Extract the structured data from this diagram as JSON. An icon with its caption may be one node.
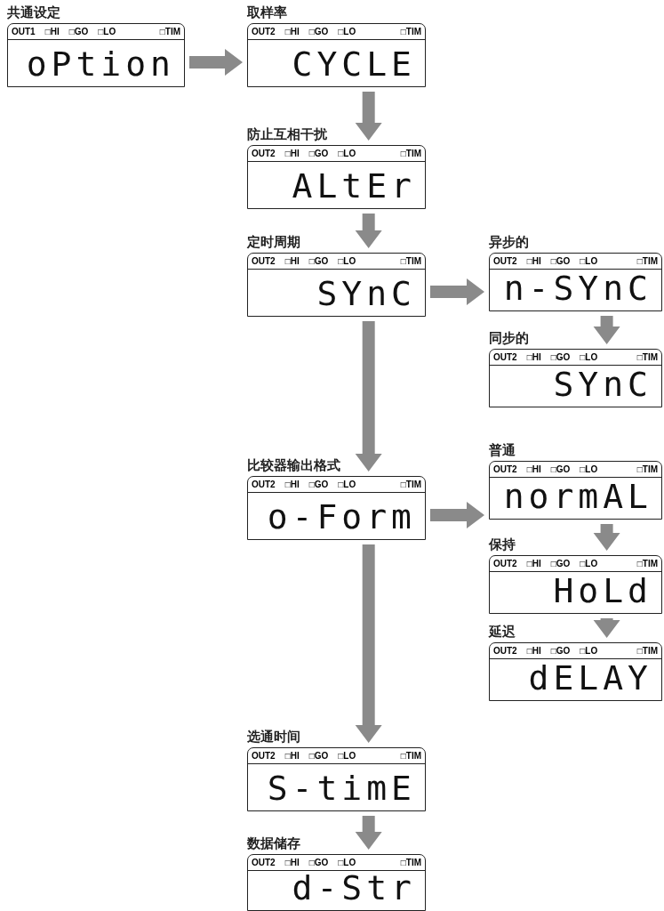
{
  "diagram": {
    "nodes": [
      {
        "text": [
          "共通设定",
          "OUT1",
          "□HI",
          "□GO",
          "□LO",
          "□TIM",
          "oPtion"
        ]
      },
      {
        "text": [
          "取样率",
          "OUT2",
          "□HI",
          "□GO",
          "□LO",
          "□TIM",
          "CYCLE"
        ]
      },
      {
        "text": [
          "防止互相干扰",
          "OUT2",
          "□HI",
          "□GO",
          "□LO",
          "□TIM",
          "ALtEr"
        ]
      },
      {
        "text": [
          "定时周期",
          "OUT2",
          "□HI",
          "□GO",
          "□LO",
          "□TIM",
          "SYnC"
        ]
      },
      {
        "text": [
          "异步的",
          "OUT2",
          "□HI",
          "□GO",
          "□LO",
          "□TIM",
          "n-SYnC"
        ]
      },
      {
        "text": [
          "同步的",
          "OUT2",
          "□HI",
          "□GO",
          "□LO",
          "□TIM",
          "SYnC"
        ]
      },
      {
        "text": [
          "比较器输出格式",
          "OUT2",
          "□HI",
          "□GO",
          "□LO",
          "□TIM",
          "o-Form"
        ]
      },
      {
        "text": [
          "普通",
          "OUT2",
          "□HI",
          "□GO",
          "□LO",
          "□TIM",
          "normAL"
        ]
      },
      {
        "text": [
          "保持",
          "OUT2",
          "□HI",
          "□GO",
          "□LO",
          "□TIM",
          "HoLd"
        ]
      },
      {
        "text": [
          "延迟",
          "OUT2",
          "□HI",
          "□GO",
          "□LO",
          "□TIM",
          "dELAY"
        ]
      },
      {
        "text": [
          "选通时间",
          "OUT2",
          "□HI",
          "□GO",
          "□LO",
          "□TIM",
          "S-timE"
        ]
      },
      {
        "text": [
          "数据储存",
          "OUT2",
          "□HI",
          "□GO",
          "□LO",
          "□TIM",
          "d-Str"
        ]
      }
    ],
    "edges": [
      {
        "from": 0,
        "to": 1,
        "arrow": "to"
      },
      {
        "from": 1,
        "to": 2,
        "arrow": "to"
      },
      {
        "from": 2,
        "to": 3,
        "arrow": "to"
      },
      {
        "from": 3,
        "to": 4,
        "arrow": "to"
      },
      {
        "from": 4,
        "to": 5,
        "arrow": "to"
      },
      {
        "from": 3,
        "to": 6,
        "arrow": "to"
      },
      {
        "from": 6,
        "to": 7,
        "arrow": "to"
      },
      {
        "from": 7,
        "to": 8,
        "arrow": "to"
      },
      {
        "from": 8,
        "to": 9,
        "arrow": "to"
      },
      {
        "from": 6,
        "to": 10,
        "arrow": "to"
      },
      {
        "from": 10,
        "to": 11,
        "arrow": "to"
      }
    ]
  }
}
